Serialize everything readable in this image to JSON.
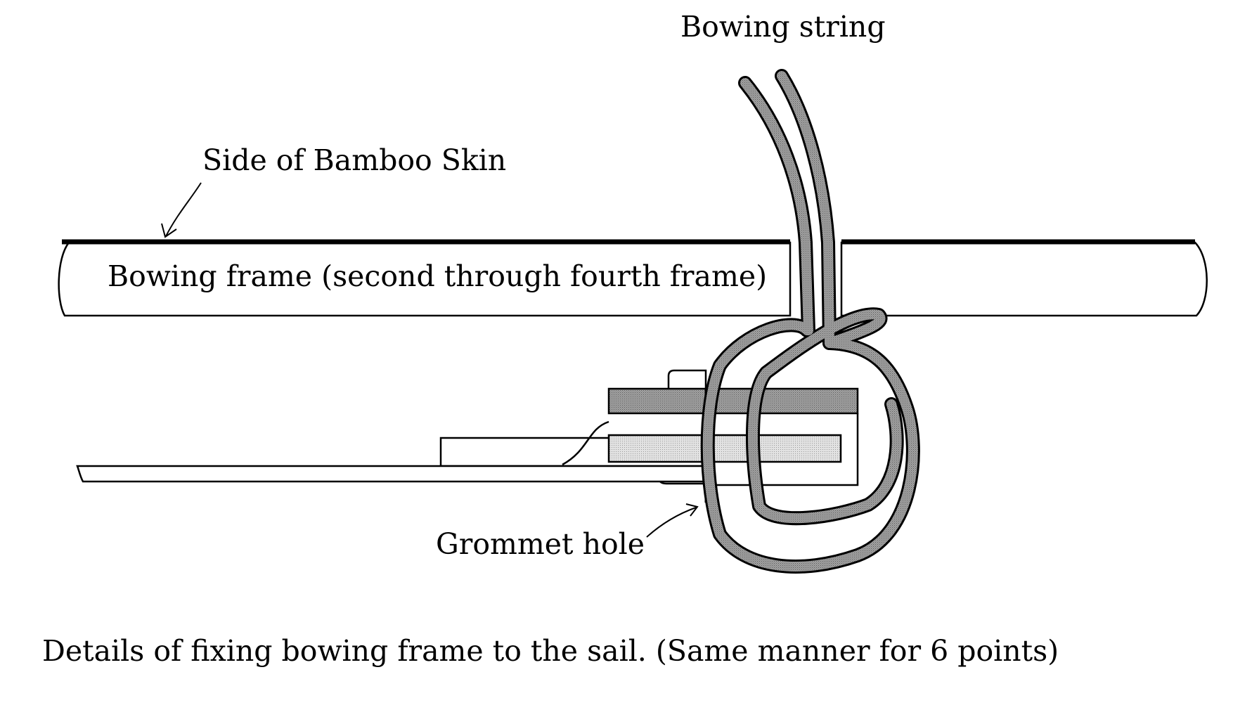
{
  "labels": {
    "bowing_string": "Bowing string",
    "bamboo_skin_side": "Side of Bamboo Skin",
    "bowing_frame": "Bowing frame (second through fourth frame)",
    "grommet_hole": "Grommet hole"
  },
  "caption": "Details of fixing bowing frame to the sail. (Same manner for 6 points)",
  "colors": {
    "line": "#000000",
    "string_fill": "#8f8f8f",
    "grommet_fill": "#dcdcdc",
    "background": "#ffffff"
  }
}
